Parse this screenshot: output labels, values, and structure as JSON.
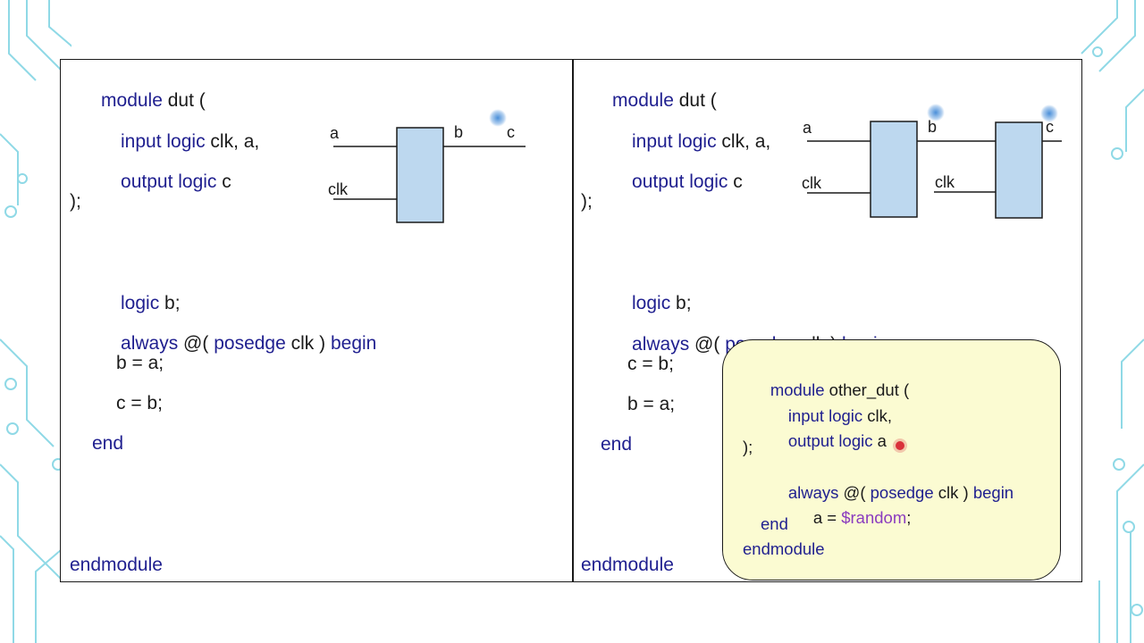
{
  "left_panel": {
    "header": {
      "l1_kw": "module",
      "l1_rest": " dut (",
      "l2_kw": "input logic",
      "l2_rest": " clk, a,",
      "l3_kw": "output logic",
      "l3_rest": " c",
      "l4": ");"
    },
    "body": {
      "logic_kw": "logic",
      "logic_rest": " b;",
      "always_kw": "always",
      "always_at": " @(",
      "posedge_kw": " posedge",
      "clk_txt": " clk )",
      "begin_kw": " begin",
      "assign1": "b = a;",
      "assign2": "c = b;",
      "end_kw": "end",
      "endmodule_kw": "endmodule"
    },
    "diagram": {
      "label_a": "a",
      "label_clk": "clk",
      "label_b": "b",
      "label_c": "c"
    }
  },
  "right_panel": {
    "header": {
      "l1_kw": "module",
      "l1_rest": " dut (",
      "l2_kw": "input logic",
      "l2_rest": " clk, a,",
      "l3_kw": "output logic",
      "l3_rest": " c",
      "l4": ");"
    },
    "body": {
      "logic_kw": "logic",
      "logic_rest": " b;",
      "always_kw": "always",
      "always_at": " @(",
      "posedge_kw": " posedge",
      "clk_txt": " clk )",
      "begin_kw": " begin",
      "assign1": "c = b;",
      "assign2": "b = a;",
      "end_kw": "end",
      "endmodule_kw": "endmodule"
    },
    "diagram": {
      "label_a": "a",
      "label_clk1": "clk",
      "label_b": "b",
      "label_clk2": "clk",
      "label_c": "c"
    }
  },
  "callout": {
    "l1_kw": "module",
    "l1_rest": " other_dut (",
    "l2_kw": "input logic",
    "l2_rest": " clk,",
    "l3_kw": "output logic",
    "l3_rest": " a",
    "l4": ");",
    "l5_kw": "always",
    "l5_at": " @(",
    "l5_posedge": " posedge",
    "l5_clk": " clk )",
    "l5_begin": " begin",
    "l6_pre": "a = ",
    "l6_fn": "$random",
    "l6_post": ";",
    "l7_kw": "end",
    "l8_kw": "endmodule"
  },
  "colors": {
    "keyword": "#1f1f8f",
    "function": "#8a3bbf",
    "callout_bg": "#fbfbd2",
    "register_fill": "#bdd8ef",
    "deco": "#7fd3e0"
  }
}
